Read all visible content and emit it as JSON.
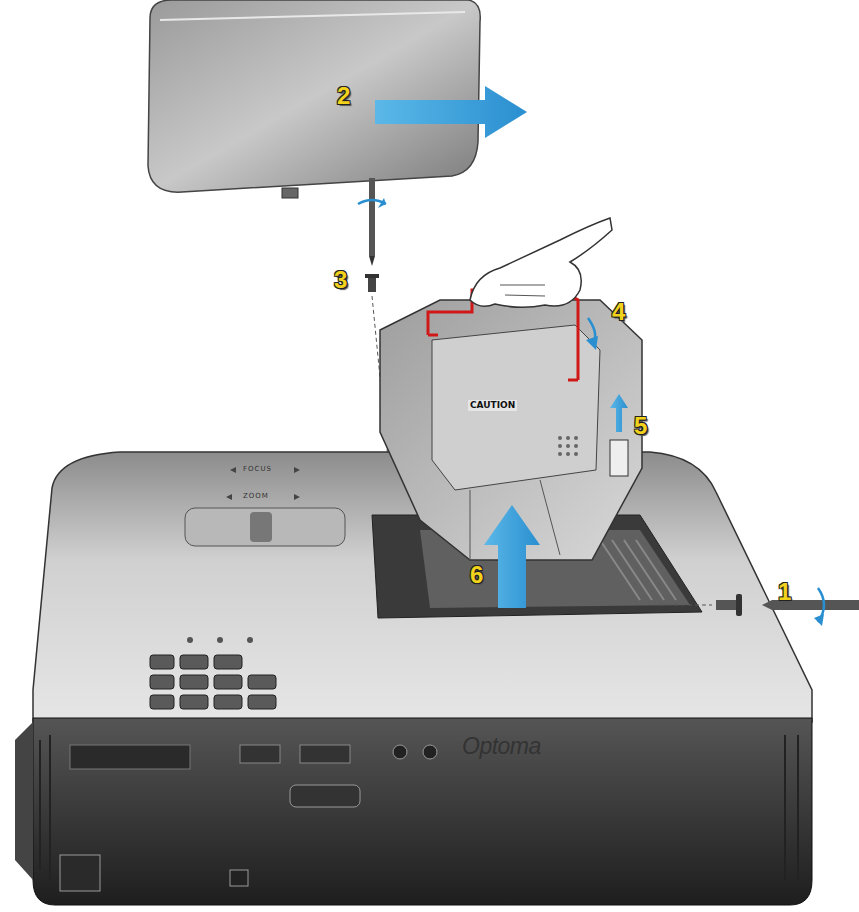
{
  "diagram": {
    "labels": [
      "2",
      "3",
      "4",
      "5",
      "6",
      "1",
      "FOCUS",
      "ZOOM",
      "CAUTION",
      "Optoma"
    ]
  }
}
